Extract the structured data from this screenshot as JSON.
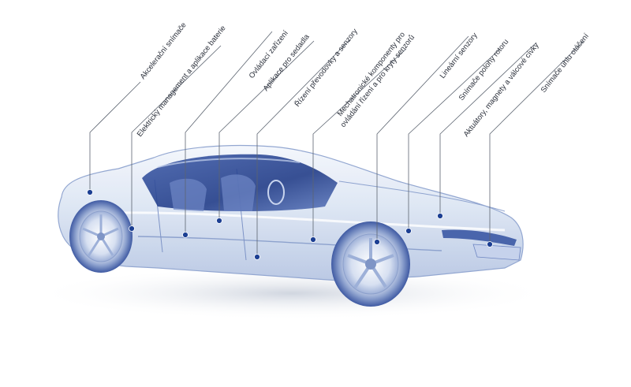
{
  "labels": [
    {
      "id": "akcelerace",
      "text": "Akcelerační snímače"
    },
    {
      "id": "baterie",
      "text": "Elektrický management a aplikace baterie"
    },
    {
      "id": "ovladaci",
      "text": "Ovládací zařízení"
    },
    {
      "id": "sedadla",
      "text": "Aplikace pro sedadla"
    },
    {
      "id": "prevodovky",
      "text": "Řízení převodovky a senzory"
    },
    {
      "id": "mechatronicke1",
      "text": "Mechatronické komponenty pro"
    },
    {
      "id": "mechatronicke2",
      "text": "ovládání řízení a pro kryty senzorů"
    },
    {
      "id": "linearni",
      "text": "Lineární senzory"
    },
    {
      "id": "rotor",
      "text": "Snímače polohy rotoru"
    },
    {
      "id": "aktuatory",
      "text": "Aktuátory, magnety a válcové cívky"
    },
    {
      "id": "uhel",
      "text": "Snímače úhlu otáčení"
    }
  ],
  "colors": {
    "body_light": "#dde6f4",
    "body_mid": "#a8b9dc",
    "body_dark": "#24418f",
    "leader": "#5c6470",
    "dot": "#1c3f93"
  }
}
